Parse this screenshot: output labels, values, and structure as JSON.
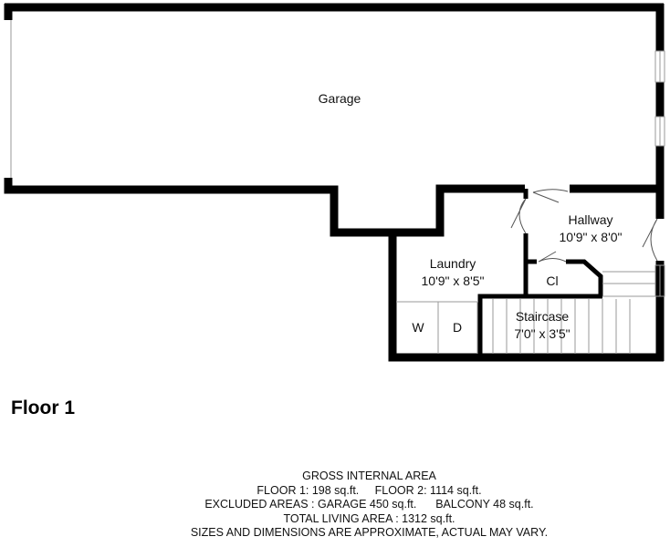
{
  "colors": {
    "wall": "#000000",
    "thin": "#9a9a9a",
    "background": "#ffffff"
  },
  "rooms": {
    "garage": {
      "name": "Garage"
    },
    "hallway": {
      "name": "Hallway",
      "dims": "10'9\" x 8'0\""
    },
    "laundry": {
      "name": "Laundry",
      "dims": "10'9\" x 8'5\""
    },
    "closet": {
      "name": "Cl"
    },
    "staircase": {
      "name": "Staircase",
      "dims": "7'0\" x 3'5\""
    }
  },
  "appliances": {
    "washer": "W",
    "dryer": "D"
  },
  "floor_title": "Floor 1",
  "area_summary": {
    "heading": "GROSS INTERNAL AREA",
    "floors": "FLOOR 1: 198 sq.ft.     FLOOR 2: 1114 sq.ft.",
    "excluded": "EXCLUDED AREAS : GARAGE 450 sq.ft.      BALCONY 48 sq.ft.",
    "total": "TOTAL LIVING AREA : 1312 sq.ft.",
    "disclaimer": "SIZES AND DIMENSIONS ARE APPROXIMATE, ACTUAL MAY VARY."
  }
}
